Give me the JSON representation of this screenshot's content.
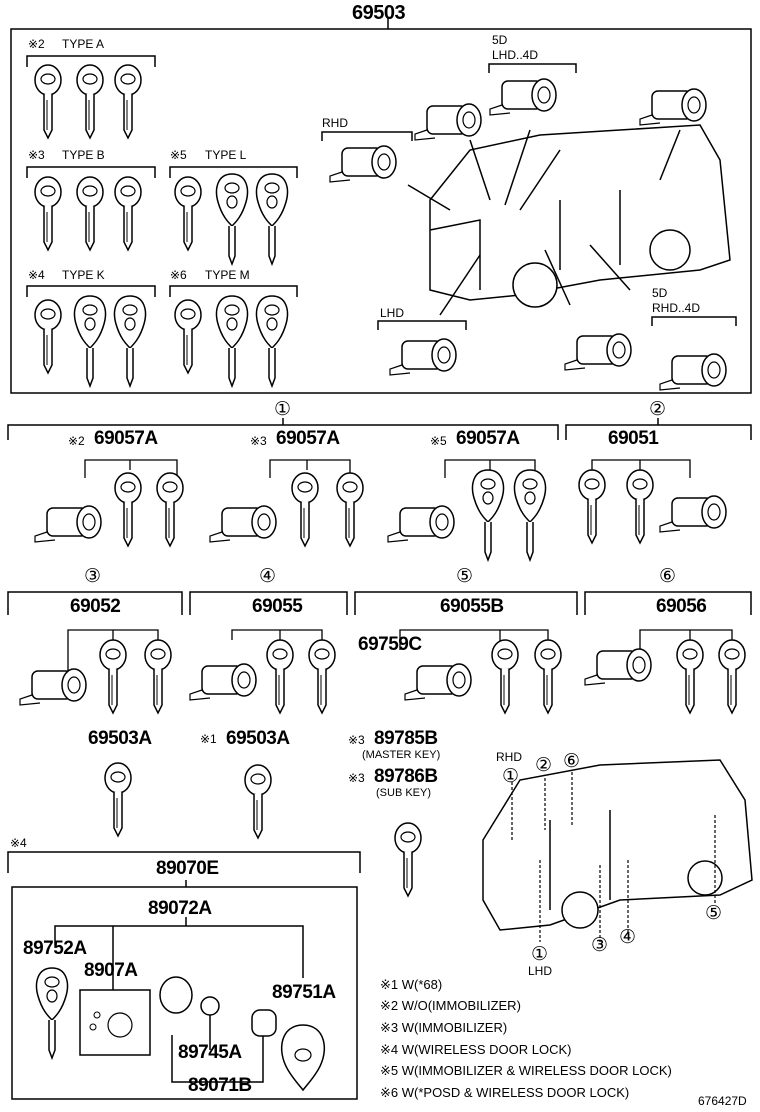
{
  "header": {
    "part_no": "69503"
  },
  "key_types": [
    {
      "mark": "※2",
      "label": "TYPE A"
    },
    {
      "mark": "※3",
      "label": "TYPE B"
    },
    {
      "mark": "※5",
      "label": "TYPE L"
    },
    {
      "mark": "※4",
      "label": "TYPE K"
    },
    {
      "mark": "※6",
      "label": "TYPE M"
    }
  ],
  "locations": {
    "rhd": "RHD",
    "lhd": "LHD",
    "lhd_4d_top": "5D",
    "lhd_4d": "LHD..4D",
    "rhd_4d_top": "5D",
    "rhd_4d": "RHD..4D"
  },
  "groups": [
    {
      "circle": "①",
      "parts": [
        {
          "mark": "※2",
          "no": "69057A"
        },
        {
          "mark": "※3",
          "no": "69057A"
        },
        {
          "mark": "※5",
          "no": "69057A"
        }
      ]
    },
    {
      "circle": "②",
      "no": "69051"
    },
    {
      "circle": "③",
      "no": "69052"
    },
    {
      "circle": "④",
      "no": "69055"
    },
    {
      "circle": "⑤",
      "no": "69055B",
      "sub": "69759C"
    },
    {
      "circle": "⑥",
      "no": "69056"
    }
  ],
  "keys": [
    {
      "mark": "",
      "no": "69503A"
    },
    {
      "mark": "※1",
      "no": "69503A"
    },
    {
      "mark": "※3",
      "no": "89785B",
      "desc": "(MASTER KEY)"
    },
    {
      "mark": "※3",
      "no": "89786B",
      "desc": "(SUB KEY)"
    }
  ],
  "wireless": {
    "mark": "※4",
    "assy": "89070E",
    "sub": "89072A",
    "parts": [
      "89752A",
      "8907A",
      "89751A",
      "89745A",
      "89071B"
    ]
  },
  "van_labels": {
    "rhd": "RHD",
    "lhd": "LHD",
    "c1": "①",
    "c2": "②",
    "c6": "⑥",
    "c1b": "①",
    "c3": "③",
    "c4": "④",
    "c5": "⑤"
  },
  "notes": [
    "※1 W(*68)",
    "※2 W/O(IMMOBILIZER)",
    "※3 W(IMMOBILIZER)",
    "※4 W(WIRELESS DOOR LOCK)",
    "※5 W(IMMOBILIZER & WIRELESS DOOR LOCK)",
    "※6 W(*POSD & WIRELESS DOOR LOCK)"
  ],
  "footer": {
    "code": "676427D"
  }
}
